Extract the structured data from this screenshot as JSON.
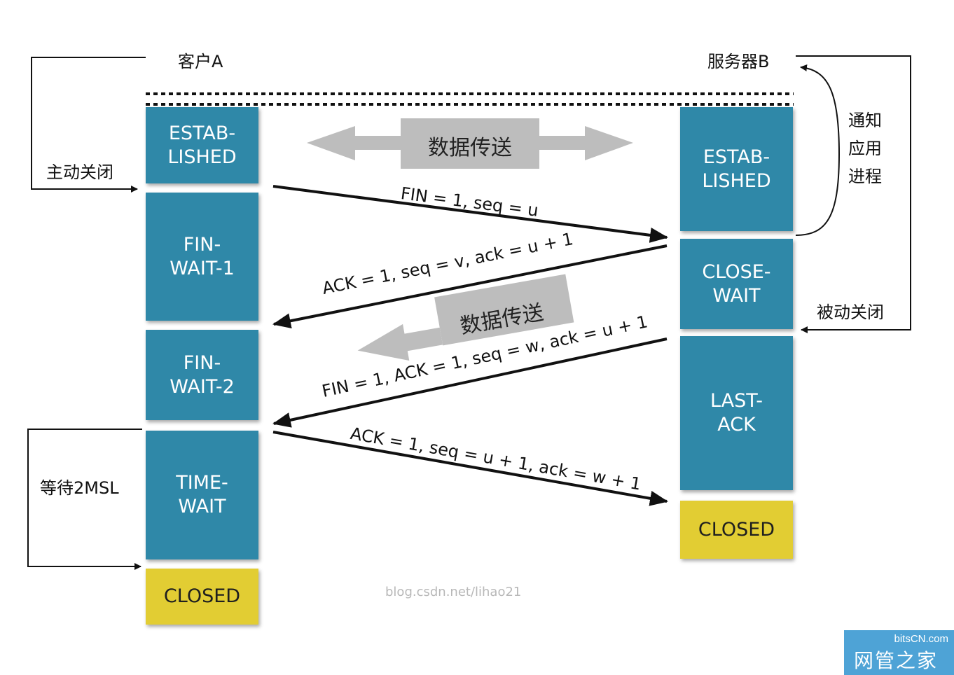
{
  "hosts": {
    "client": "客户A",
    "server": "服务器B"
  },
  "side_labels": {
    "active_close": "主动关闭",
    "passive_close": "被动关闭",
    "notify_app": "通知\n应用\n进程",
    "wait_2msl": "等待2MSL"
  },
  "client_states": [
    "ESTAB-\nLISHED",
    "FIN-\nWAIT-1",
    "FIN-\nWAIT-2",
    "TIME-\nWAIT",
    "CLOSED"
  ],
  "server_states": [
    "ESTAB-\nLISHED",
    "CLOSE-\nWAIT",
    "LAST-\nACK",
    "CLOSED"
  ],
  "messages": [
    "FIN = 1, seq = u",
    "ACK = 1, seq = v, ack = u + 1",
    "FIN = 1, ACK = 1, seq = w, ack = u + 1",
    "ACK = 1, seq = u + 1, ack = w  + 1"
  ],
  "data_transfer": [
    "数据传送",
    "数据传送"
  ],
  "watermark": "blog.csdn.net/lihao21",
  "logo": {
    "top": "bitsCN.com",
    "bottom": "网管之家"
  },
  "colors": {
    "state_blue": "#2f88a8",
    "state_closed": "#e2cd33",
    "arrow_gray": "#bdbdbd"
  }
}
